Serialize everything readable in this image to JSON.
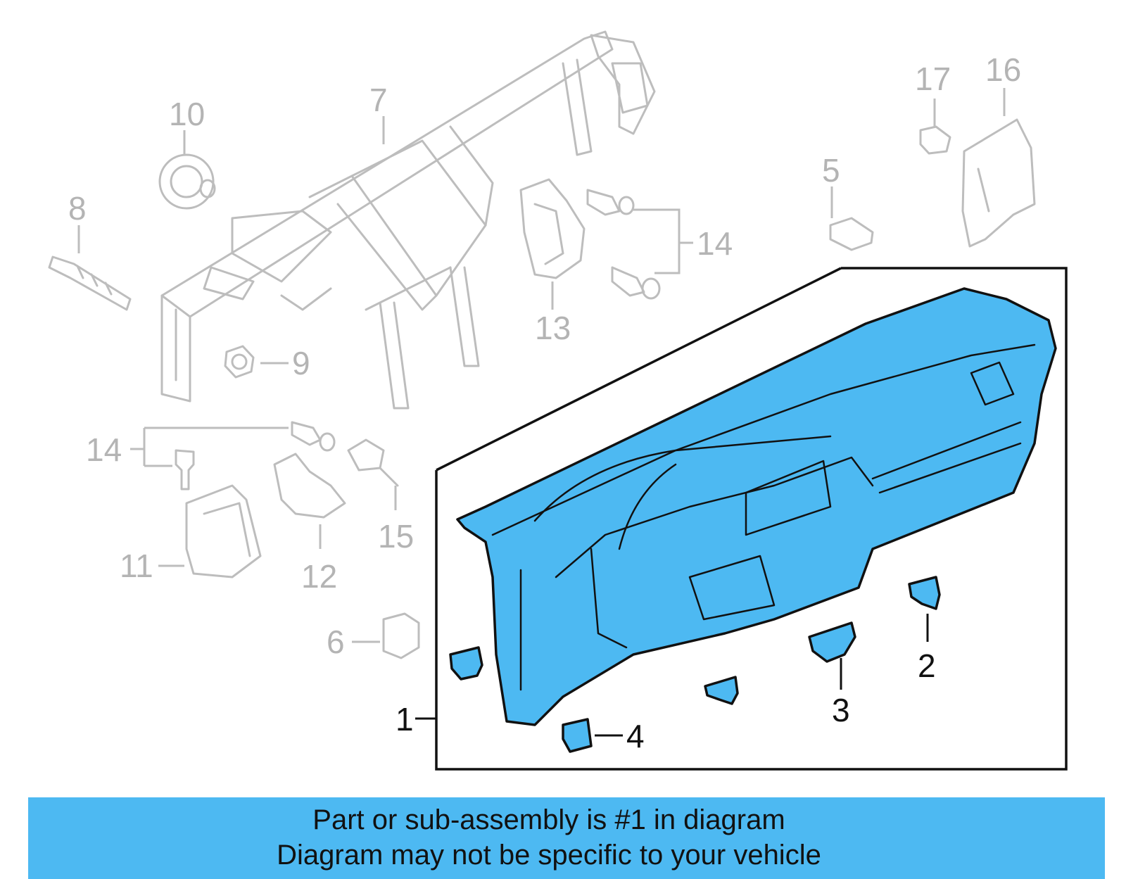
{
  "callouts": {
    "c1": "1",
    "c2": "2",
    "c3": "3",
    "c4": "4",
    "c5": "5",
    "c6": "6",
    "c7": "7",
    "c8": "8",
    "c9": "9",
    "c10": "10",
    "c11": "11",
    "c12": "12",
    "c13": "13",
    "c14a": "14",
    "c14b": "14",
    "c15": "15",
    "c16": "16",
    "c17": "17"
  },
  "banner": {
    "line1": "Part or sub-assembly is #1 in diagram",
    "line2": "Diagram may not be specific to your vehicle"
  },
  "colors": {
    "highlight": "#4db9f2",
    "ghost_lines": "#bdbdbd",
    "outline": "#111111"
  },
  "highlighted_part": "1"
}
